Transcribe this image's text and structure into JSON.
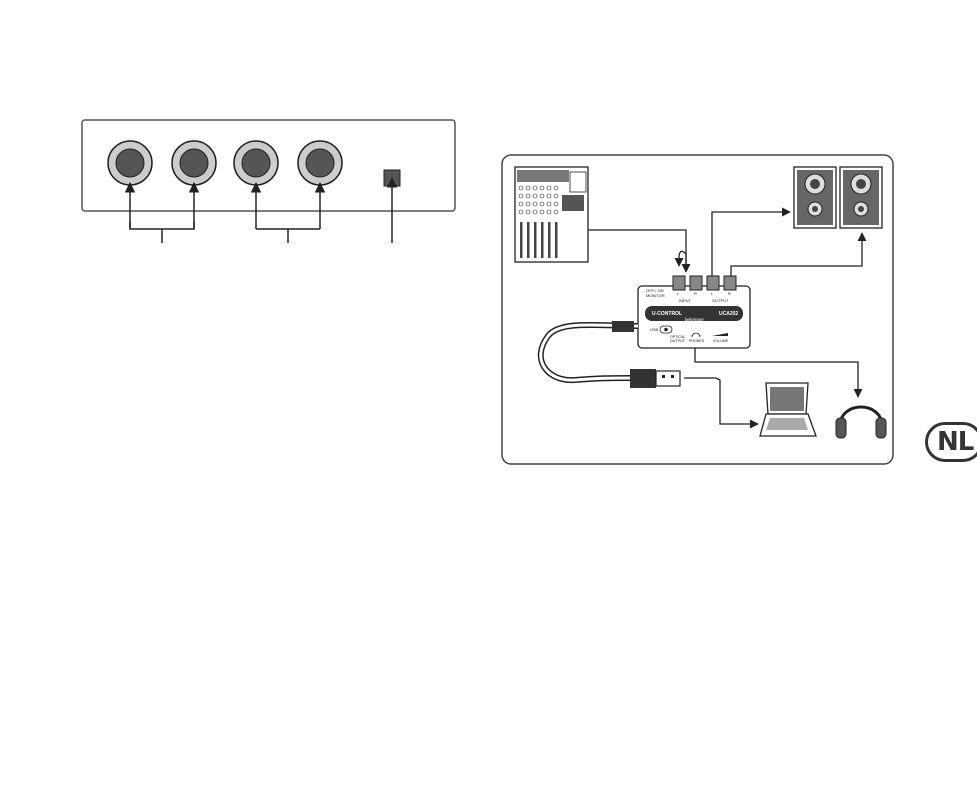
{
  "page": {
    "language_badge": "NL"
  },
  "rear_panel": {
    "jacks": [
      "input-l-jack",
      "input-r-jack",
      "output-l-jack",
      "output-r-jack"
    ],
    "optical_output": "optical-output-port"
  },
  "setup_diagram": {
    "switch_label": "OFF • ON",
    "monitor_label": "MONITOR",
    "input_label": "INPUT",
    "output_label": "OUTPUT",
    "l_label": "L",
    "r_label": "R",
    "device_name": "U-CONTROL",
    "model_name": "UCA202",
    "brand": "behringer",
    "usb_label": "USB",
    "optical_label_1": "OPTICAL",
    "optical_label_2": "OUTPUT",
    "phones_label": "PHONES",
    "volume_label": "VOLUME"
  },
  "colors": {
    "line": "#222222",
    "jack_fill": "#555555",
    "ring_fill": "#cccccc",
    "frame": "#444444"
  }
}
